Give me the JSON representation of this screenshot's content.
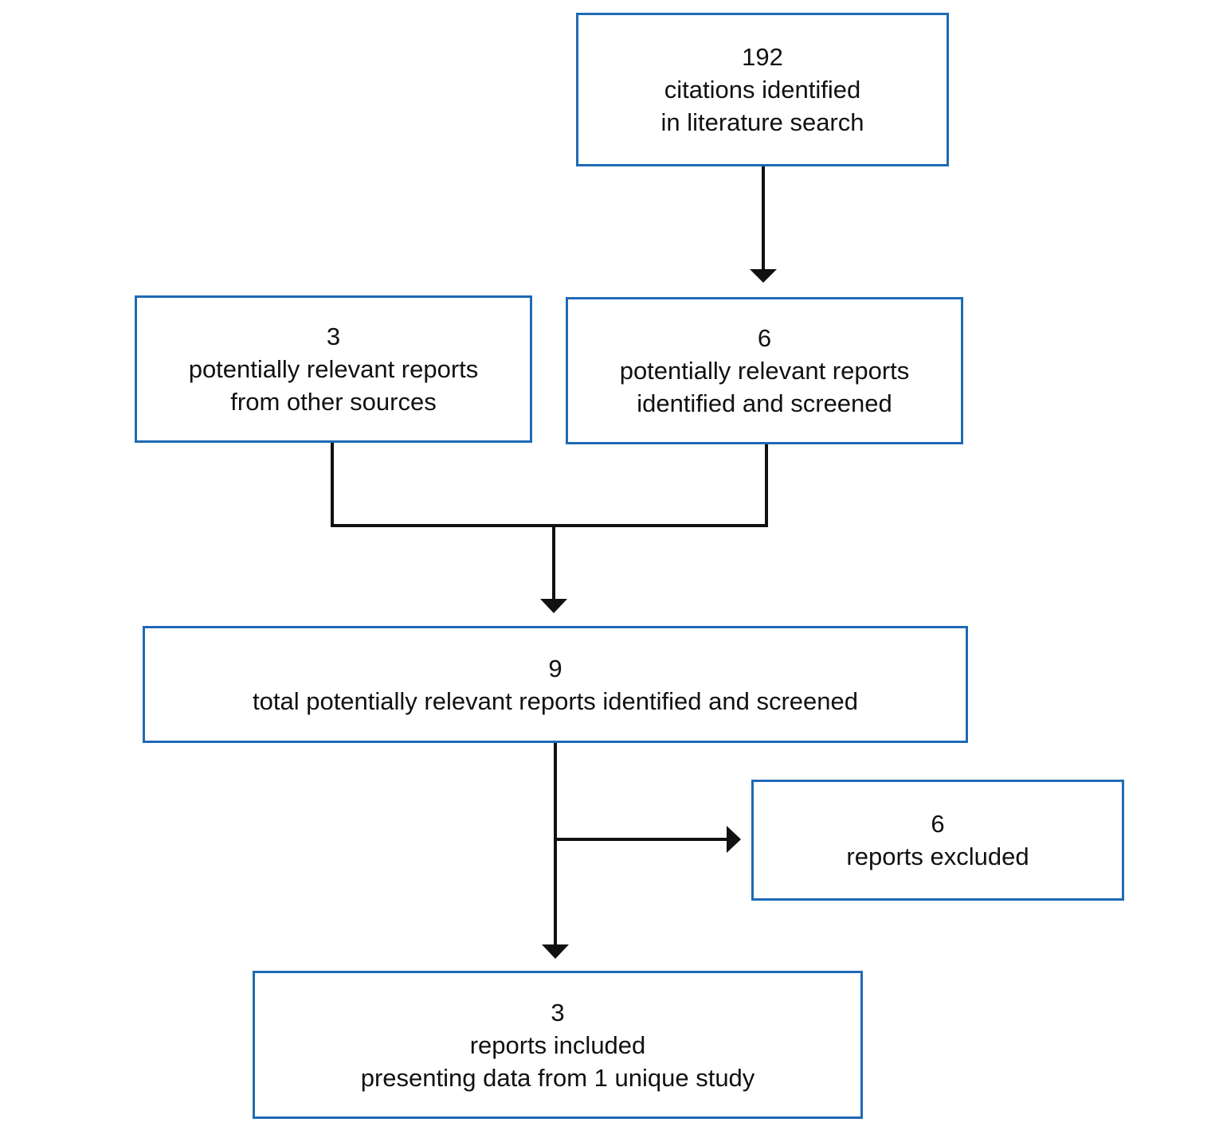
{
  "colors": {
    "box_border": "#1f6ab5",
    "connector": "#111111",
    "text": "#111111"
  },
  "boxes": {
    "search": {
      "count": "192",
      "line1": "citations identified",
      "line2": "in literature search"
    },
    "other_sources": {
      "count": "3",
      "line1": "potentially relevant reports",
      "line2": "from other sources"
    },
    "screened": {
      "count": "6",
      "line1": "potentially relevant reports",
      "line2": "identified and screened"
    },
    "total": {
      "count": "9",
      "line1": "total potentially relevant reports identified and screened"
    },
    "excluded": {
      "count": "6",
      "line1": "reports excluded"
    },
    "included": {
      "count": "3",
      "line1": "reports included",
      "line2": "presenting data from 1 unique study"
    }
  }
}
